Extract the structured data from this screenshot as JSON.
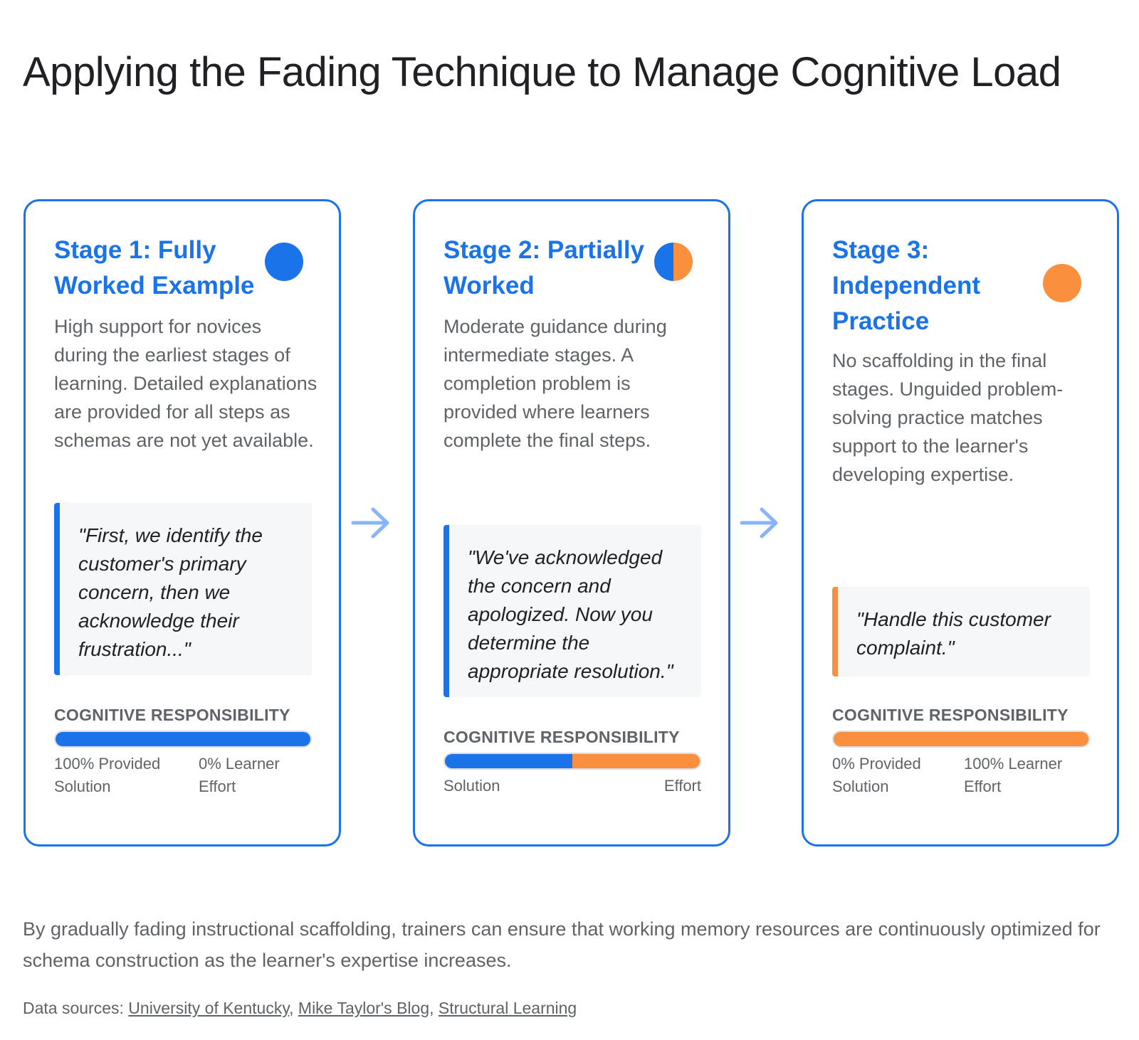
{
  "title": "Applying the Fading Technique to Manage Cognitive Load",
  "colors": {
    "accent_blue": "#1a73e8",
    "accent_orange": "#fa903e",
    "text_gray": "#5f6368"
  },
  "stages": [
    {
      "title": "Stage 1: Fully Worked Example",
      "indicator": "solid-blue-circle",
      "description": "High support for novices during the earliest stages of learning. Detailed explanations are provided for all steps as schemas are not yet available.",
      "quote": "\"First, we identify the customer's primary concern, then we acknowledge their frustration...\"",
      "responsibility_label": "COGNITIVE RESPONSIBILITY",
      "provided_fraction": 1.0,
      "left_label": "100% Provided Solution",
      "right_label": "0% Learner Effort"
    },
    {
      "title": "Stage 2: Partially Worked",
      "indicator": "half-blue-half-orange-circle",
      "description": "Moderate guidance during intermediate stages. A completion problem is provided where learners complete the final steps.",
      "quote": "\"We've acknowledged the concern and apologized. Now you determine the appropriate resolution.\"",
      "responsibility_label": "COGNITIVE RESPONSIBILITY",
      "provided_fraction": 0.5,
      "left_label": "Solution",
      "right_label": "Effort"
    },
    {
      "title": "Stage 3: Independent Practice",
      "indicator": "solid-orange-circle",
      "description": "No scaffolding in the final stages. Unguided problem-solving practice matches support to the learner's developing expertise.",
      "quote": "\"Handle this customer complaint.\"",
      "responsibility_label": "COGNITIVE RESPONSIBILITY",
      "provided_fraction": 0.0,
      "left_label": "0% Provided Solution",
      "right_label": "100% Learner Effort"
    }
  ],
  "arrow_icon": "right-arrow-icon",
  "summary": "By gradually fading instructional scaffolding, trainers can ensure that working memory resources are continuously optimized for schema construction as the learner's expertise increases.",
  "sources": {
    "prefix": "Data sources:",
    "links": [
      "University of Kentucky",
      "Mike Taylor's Blog",
      "Structural Learning"
    ]
  }
}
